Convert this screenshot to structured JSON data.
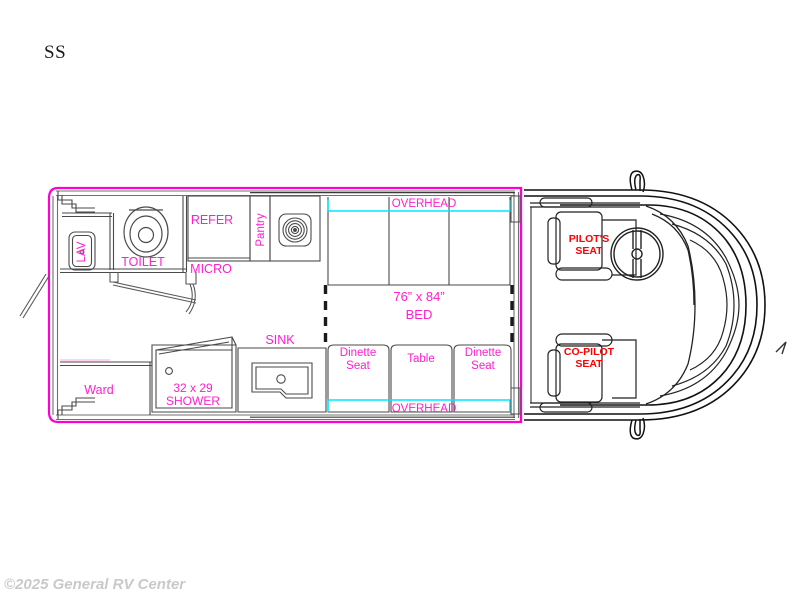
{
  "page": {
    "title": "SS",
    "copyright": "©2025 General RV Center",
    "background": "#ffffff"
  },
  "colors": {
    "outline_magenta": "#FF00D0",
    "label_magenta": "#FF1FCE",
    "overhead_cyan": "#00E5FF",
    "seat_red": "#FF0000",
    "line_dark": "#1a1a1a",
    "line_gray": "#808080",
    "copyright_gray": "#c9c9c9"
  },
  "floorplan": {
    "name": "rv-floorplan-ss",
    "coach": {
      "labels": {
        "lav": "LAV",
        "toilet": "TOILET",
        "refer": "REFER",
        "pantry": "Pantry",
        "micro": "MICRO",
        "ward": "Ward",
        "shower_size": "32 x 29",
        "shower": "SHOWER",
        "sink": "SINK",
        "overhead_top": "OVERHEAD",
        "overhead_bottom": "OVERHEAD",
        "bed_size": "76” x 84”",
        "bed": "BED",
        "dinette_seat_left": "Dinette\nSeat",
        "dinette_seat_left_line1": "Dinette",
        "dinette_seat_left_line2": "Seat",
        "table": "Table",
        "dinette_seat_right_line1": "Dinette",
        "dinette_seat_right_line2": "Seat"
      }
    },
    "cab": {
      "labels": {
        "pilot_line1": "PILOT'S",
        "pilot_line2": "SEAT",
        "copilot_line1": "CO-PILOT",
        "copilot_line2": "SEAT"
      },
      "icons": {
        "steering_wheel": "steering-wheel-icon",
        "mirror_upper": "side-mirror-icon",
        "mirror_lower": "side-mirror-icon"
      }
    },
    "icons": {
      "toilet": "toilet-icon",
      "lav_basin": "lavatory-sink-icon",
      "cooktop": "cooktop-burner-icon",
      "galley_sink": "kitchen-sink-icon",
      "bath_door": "swing-door-icon",
      "entry_door": "entry-door-icon"
    }
  }
}
